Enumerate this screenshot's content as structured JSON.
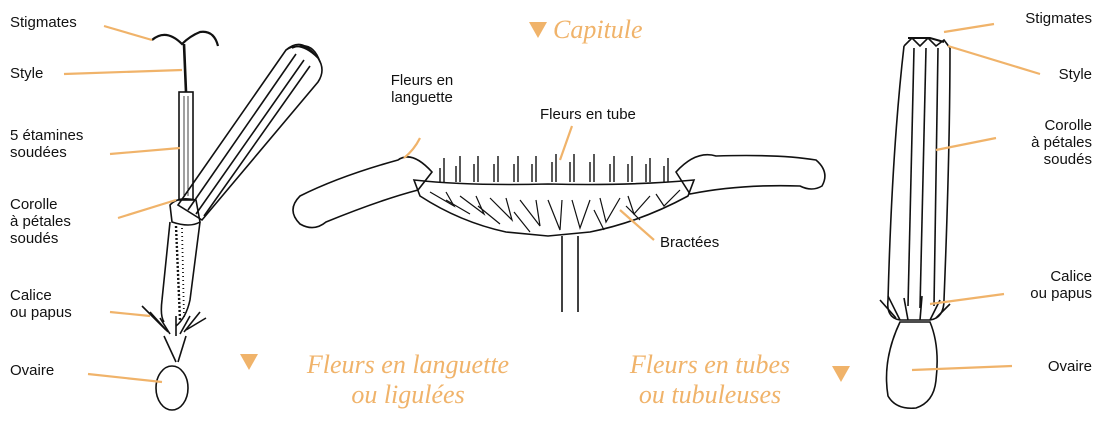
{
  "titles": {
    "capitule": "Capitule",
    "ligulees_line1": "Fleurs en languette",
    "ligulees_line2": "ou ligulées",
    "tubuleuses_line1": "Fleurs en tubes",
    "tubuleuses_line2": "ou tubuleuses"
  },
  "left_labels": {
    "stigmates": "Stigmates",
    "style": "Style",
    "etamines_1": "5 étamines",
    "etamines_2": "soudées",
    "corolle_1": "Corolle",
    "corolle_2": "à pétales",
    "corolle_3": "soudés",
    "calice_1": "Calice",
    "calice_2": "ou papus",
    "ovaire": "Ovaire"
  },
  "center_labels": {
    "languette_1": "Fleurs en",
    "languette_2": "languette",
    "tube": "Fleurs en tube",
    "bractees": "Bractées"
  },
  "right_labels": {
    "stigmates": "Stigmates",
    "style": "Style",
    "corolle_1": "Corolle",
    "corolle_2": "à pétales",
    "corolle_3": "soudés",
    "calice_1": "Calice",
    "calice_2": "ou papus",
    "ovaire": "Ovaire"
  },
  "colors": {
    "accent": "#f0b36a",
    "leader": "#f0b36a",
    "ink": "#111111"
  }
}
